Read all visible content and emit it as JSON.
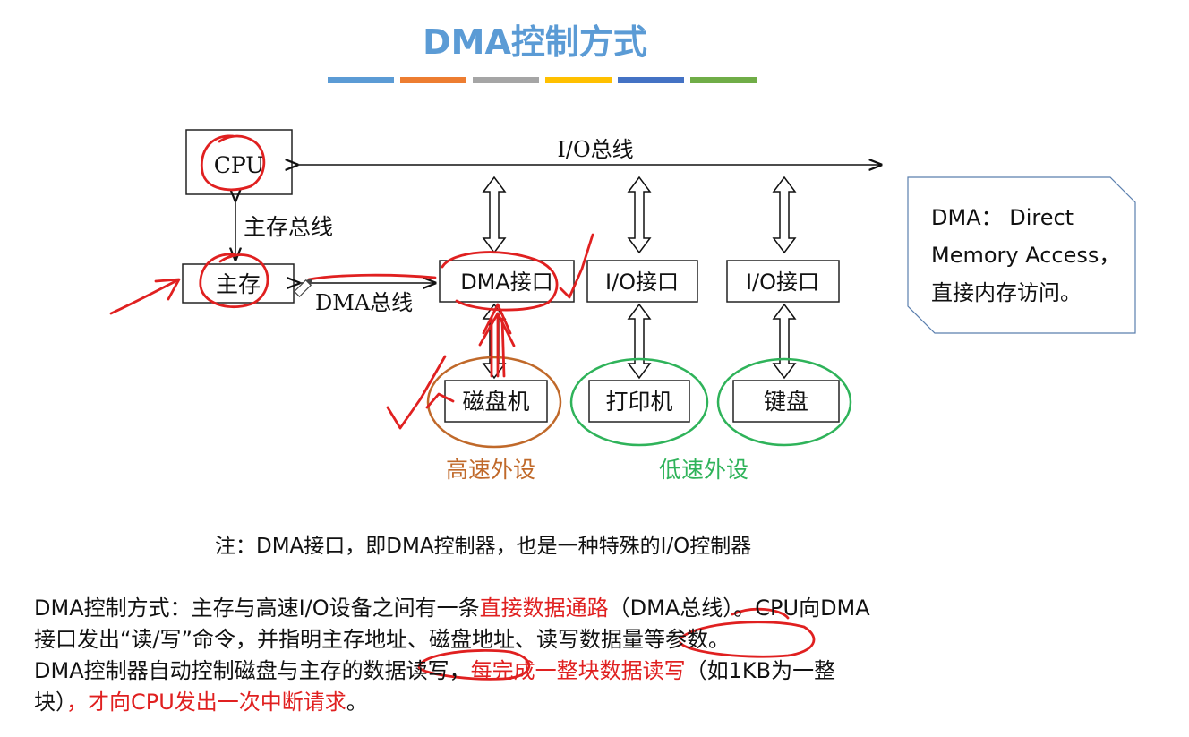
{
  "title": "DMA控制方式",
  "accent_bar_colors": [
    "#5b9bd5",
    "#ed7d31",
    "#a5a5a5",
    "#ffc000",
    "#4472c4",
    "#70ad47"
  ],
  "diagram": {
    "cpu": "CPU",
    "io_bus": "I/O总线",
    "main_memory_bus": "主存总线",
    "main_memory": "主存",
    "dma_bus": "DMA总线",
    "dma_interface": "DMA接口",
    "io_interface_printer": "I/O接口",
    "io_interface_keyboard": "I/O接口",
    "disk": "磁盘机",
    "printer": "打印机",
    "keyboard": "键盘",
    "high_speed": "高速外设",
    "low_speed": "低速外设"
  },
  "callout": {
    "line1": "DMA： Direct",
    "line2": "Memory Access，",
    "line3": "直接内存访问。"
  },
  "note": "注：DMA接口，即DMA控制器，也是一种特殊的I/O控制器",
  "paragraph": {
    "l1_a": "DMA控制方式：主存与高速I/O设备之间有一条",
    "l1_b": "直接数据通路",
    "l1_c": "（DMA总线）。CPU向DMA",
    "l2": "接口发出“读/写”命令，并指明主存地址、磁盘地址、读写数据量等参数。",
    "l3_a": "DMA控制器自动控制磁盘与主存的数据读写，",
    "l3_b": "每完成一整块数据读写",
    "l3_c": "（如1KB为一整",
    "l4_a": "块）",
    "l4_b": "，才向CPU发出一次中断请求",
    "l4_c": "。"
  },
  "colors": {
    "title": "#5b9bd5",
    "annotation_red": "#e02020",
    "high_speed": "#c0692a",
    "low_speed": "#2fb35a"
  }
}
